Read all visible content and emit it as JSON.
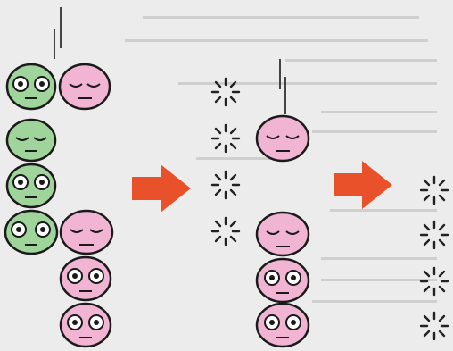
{
  "colors": {
    "paper": "#ececec",
    "paper_text_ghost": "#c9c9c9",
    "outline": "#1a1a1a",
    "green_blob": "#9fd49a",
    "pink_blob": "#f1b5d3",
    "arrow": "#e8512a",
    "sparkle": "#222222"
  },
  "icons": {
    "blob": "round-face-blob",
    "sleepy": "sleepy-eyes",
    "awake": "open-eyes",
    "spark": "pop-sparkle",
    "next": "right-arrow"
  },
  "panels": [
    {
      "name": "panel-before",
      "rows": [
        [
          "green-awake",
          "pink-sleepy"
        ],
        [
          "green-sleepy"
        ],
        [
          "green-awake"
        ],
        [
          "green-awake",
          "pink-sleepy"
        ],
        [
          "pink-awake"
        ],
        [
          "pink-awake"
        ]
      ]
    },
    {
      "name": "panel-popping",
      "cells": [
        "spark",
        "spark",
        "spark",
        "spark",
        "pink-sleepy",
        "pink-sleepy",
        "pink-awake",
        "pink-awake"
      ]
    },
    {
      "name": "panel-after",
      "cells": [
        "spark",
        "spark",
        "spark",
        "spark"
      ]
    }
  ]
}
